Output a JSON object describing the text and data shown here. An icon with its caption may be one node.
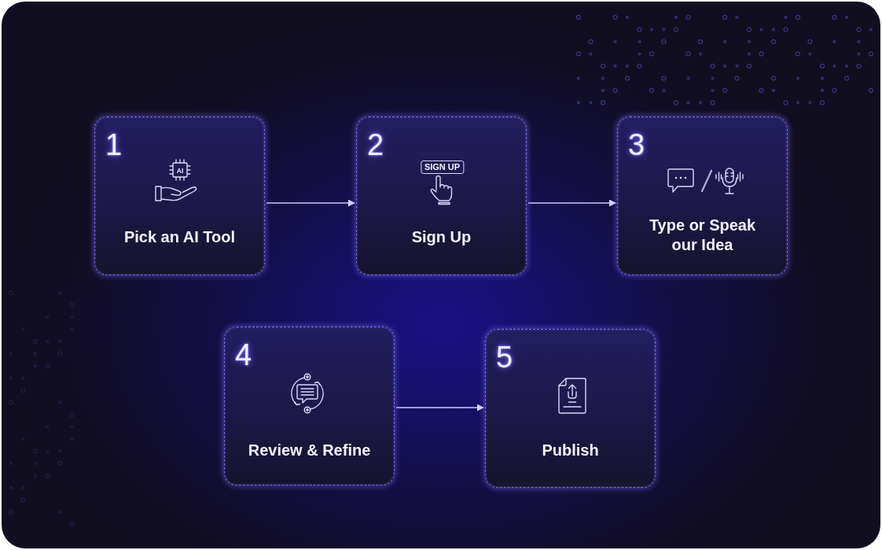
{
  "diagram": {
    "nodes": [
      {
        "text": [
          "1",
          "AI",
          "Pick an AI Tool"
        ]
      },
      {
        "text": [
          "2",
          "SIGN UP",
          "Sign Up"
        ]
      },
      {
        "text": [
          "3",
          "Type or Speak our Idea"
        ]
      },
      {
        "text": [
          "4",
          "Review & Refine"
        ]
      },
      {
        "text": [
          "5",
          "Publish"
        ]
      }
    ],
    "edges": [
      {
        "from": 0,
        "to": 1,
        "arrow": "to"
      },
      {
        "from": 1,
        "to": 2,
        "arrow": "to"
      },
      {
        "from": 3,
        "to": 4,
        "arrow": "to"
      }
    ]
  }
}
